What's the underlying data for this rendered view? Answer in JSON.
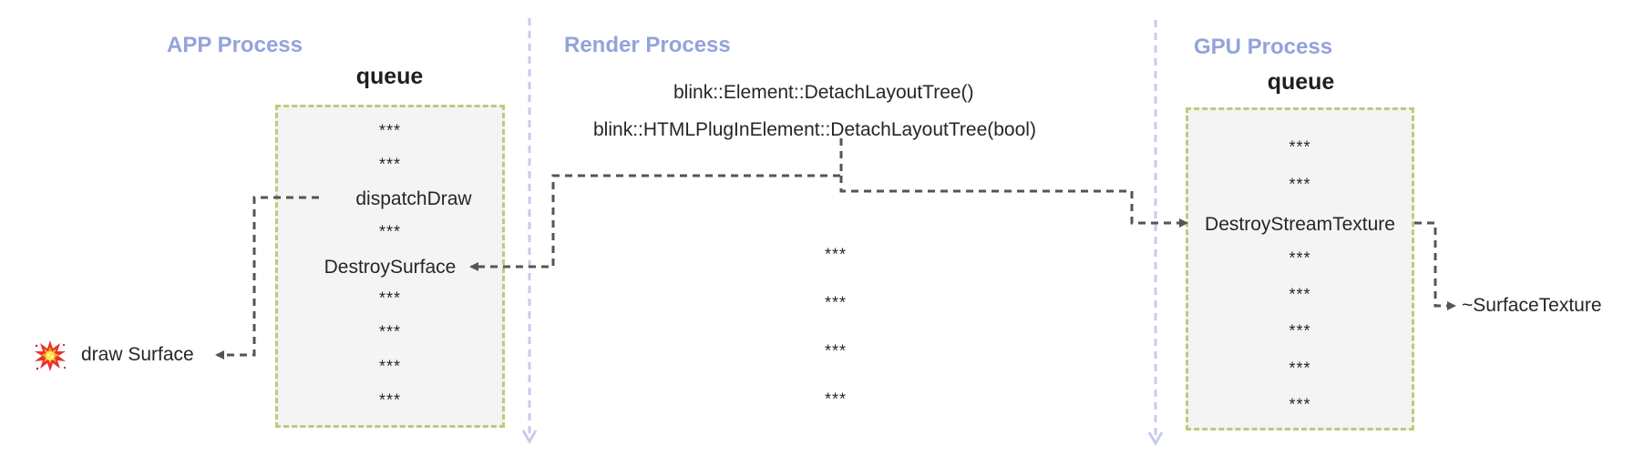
{
  "diagram": {
    "lanes": [
      {
        "id": "app",
        "title": "APP Process"
      },
      {
        "id": "render",
        "title": "Render Process"
      },
      {
        "id": "gpu",
        "title": "GPU Process"
      }
    ],
    "app_queue": {
      "title": "queue",
      "items": [
        "***",
        "***",
        "dispatchDraw",
        "***",
        "DestroySurface",
        "***",
        "***",
        "***",
        "***"
      ]
    },
    "gpu_queue": {
      "title": "queue",
      "items": [
        "***",
        "***",
        "DestroyStreamTexture",
        "***",
        "***",
        "***",
        "***",
        "***"
      ]
    },
    "render_calls": [
      "blink::Element::DetachLayoutTree()",
      "blink::HTMLPlugInElement::DetachLayoutTree(bool)"
    ],
    "render_ellipses": [
      "***",
      "***",
      "***",
      "***"
    ],
    "outside_labels": {
      "draw_surface": "draw Surface",
      "surface_texture": "~SurfaceTexture"
    },
    "icons": {
      "crash": "collision-icon"
    },
    "edges": [
      {
        "from": "blink::HTMLPlugInElement::DetachLayoutTree(bool)",
        "to": "DestroySurface"
      },
      {
        "from": "blink::HTMLPlugInElement::DetachLayoutTree(bool)",
        "to": "DestroyStreamTexture"
      },
      {
        "from": "dispatchDraw",
        "to": "draw Surface"
      },
      {
        "from": "DestroyStreamTexture",
        "to": "~SurfaceTexture"
      }
    ],
    "colors": {
      "lane_title": "#93a3db",
      "lane_divider": "#c8cbec",
      "queue_border": "#bccb7c",
      "queue_fill": "#f4f4f4",
      "edge": "#555555"
    }
  }
}
